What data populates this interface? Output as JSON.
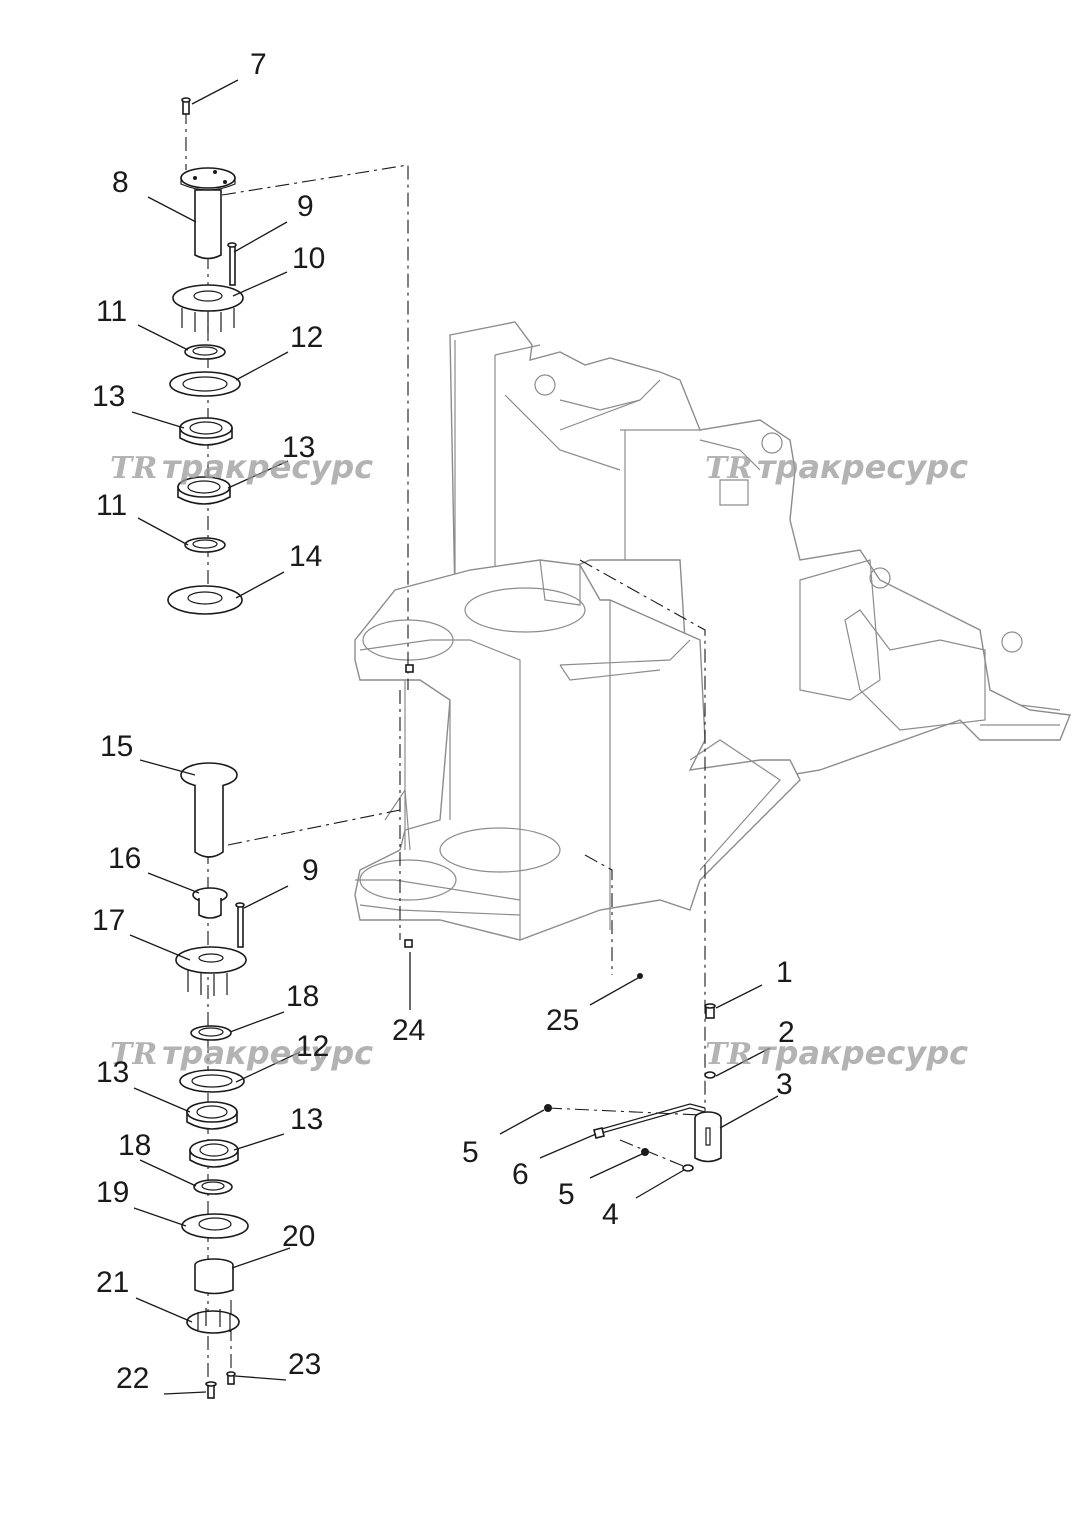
{
  "diagram": {
    "watermark": {
      "logo": "TR",
      "text": "тракресурс"
    },
    "callouts": [
      {
        "id": "c7",
        "label": "7"
      },
      {
        "id": "c8",
        "label": "8"
      },
      {
        "id": "c9a",
        "label": "9"
      },
      {
        "id": "c10",
        "label": "10"
      },
      {
        "id": "c11a",
        "label": "11"
      },
      {
        "id": "c12a",
        "label": "12"
      },
      {
        "id": "c13a",
        "label": "13"
      },
      {
        "id": "c13b",
        "label": "13"
      },
      {
        "id": "c11b",
        "label": "11"
      },
      {
        "id": "c14",
        "label": "14"
      },
      {
        "id": "c15",
        "label": "15"
      },
      {
        "id": "c16",
        "label": "16"
      },
      {
        "id": "c9b",
        "label": "9"
      },
      {
        "id": "c17",
        "label": "17"
      },
      {
        "id": "c18a",
        "label": "18"
      },
      {
        "id": "c12b",
        "label": "12"
      },
      {
        "id": "c13c",
        "label": "13"
      },
      {
        "id": "c13d",
        "label": "13"
      },
      {
        "id": "c18b",
        "label": "18"
      },
      {
        "id": "c19",
        "label": "19"
      },
      {
        "id": "c20",
        "label": "20"
      },
      {
        "id": "c21",
        "label": "21"
      },
      {
        "id": "c22",
        "label": "22"
      },
      {
        "id": "c23",
        "label": "23"
      },
      {
        "id": "c24",
        "label": "24"
      },
      {
        "id": "c25",
        "label": "25"
      },
      {
        "id": "c1",
        "label": "1"
      },
      {
        "id": "c2",
        "label": "2"
      },
      {
        "id": "c3",
        "label": "3"
      },
      {
        "id": "c5a",
        "label": "5"
      },
      {
        "id": "c6",
        "label": "6"
      },
      {
        "id": "c5b",
        "label": "5"
      },
      {
        "id": "c4",
        "label": "4"
      }
    ]
  }
}
